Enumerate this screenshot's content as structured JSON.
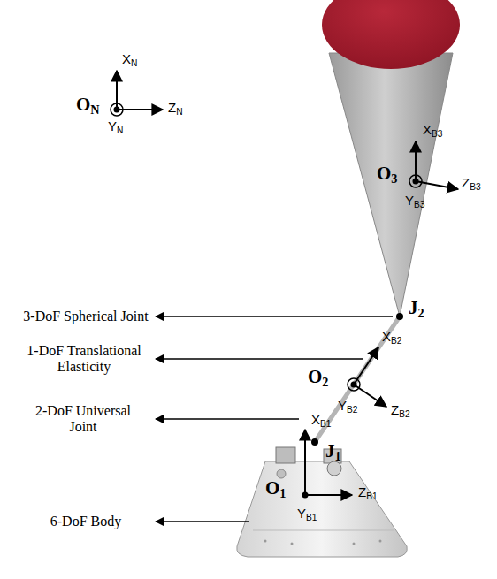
{
  "diagram": {
    "labels": [
      "XN",
      "ON",
      "ZN",
      "YN",
      "XB3",
      "O3",
      "ZB3",
      "YB3",
      "3-DoF Spherical Joint",
      "J2",
      "XB2",
      "O2",
      "1-DoF Translational Elasticity",
      "YB2",
      "ZB2",
      "XB1",
      "2-DoF Universal Joint",
      "J1",
      "O1",
      "ZB1",
      "YB1",
      "6-DoF Body"
    ]
  }
}
